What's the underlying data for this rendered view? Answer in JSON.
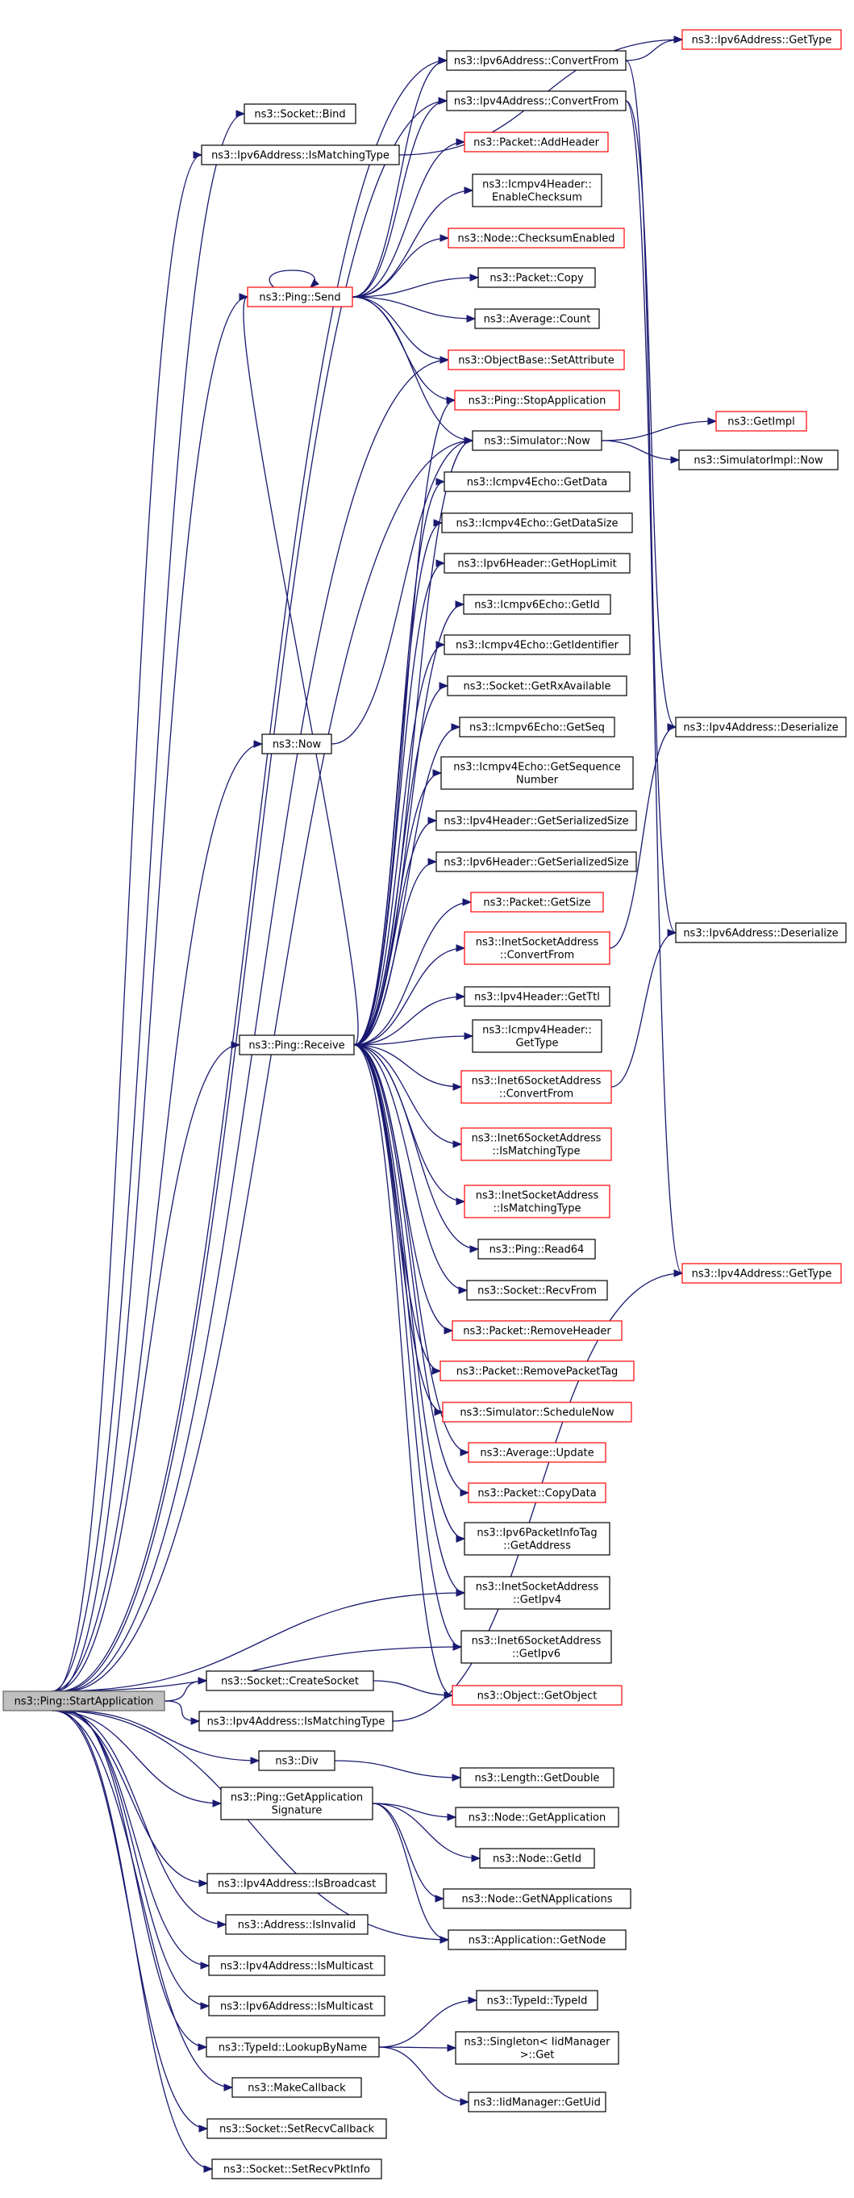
{
  "nodes": [
    {
      "id": "root",
      "lines": [
        "ns3::Ping::StartApplication"
      ],
      "root": true
    },
    {
      "id": "socket_bind",
      "lines": [
        "ns3::Socket::Bind"
      ]
    },
    {
      "id": "ipv6_ismatch",
      "lines": [
        "ns3::Ipv6Address::IsMatchingType"
      ]
    },
    {
      "id": "ping_send",
      "lines": [
        "ns3::Ping::Send"
      ],
      "red": true
    },
    {
      "id": "ipv6_convert",
      "lines": [
        "ns3::Ipv6Address::ConvertFrom"
      ]
    },
    {
      "id": "ipv4_convert",
      "lines": [
        "ns3::Ipv4Address::ConvertFrom"
      ]
    },
    {
      "id": "ipv6_gettype",
      "lines": [
        "ns3::Ipv6Address::GetType"
      ],
      "red": true
    },
    {
      "id": "packet_addheader",
      "lines": [
        "ns3::Packet::AddHeader"
      ],
      "red": true
    },
    {
      "id": "icmpv4_enablechk",
      "lines": [
        "ns3::Icmpv4Header::",
        "EnableChecksum"
      ]
    },
    {
      "id": "node_chkenabled",
      "lines": [
        "ns3::Node::ChecksumEnabled"
      ],
      "red": true
    },
    {
      "id": "packet_copy",
      "lines": [
        "ns3::Packet::Copy"
      ]
    },
    {
      "id": "average_count",
      "lines": [
        "ns3::Average::Count"
      ]
    },
    {
      "id": "objbase_setattr",
      "lines": [
        "ns3::ObjectBase::SetAttribute"
      ],
      "red": true
    },
    {
      "id": "ping_stopapp",
      "lines": [
        "ns3::Ping::StopApplication"
      ],
      "red": true
    },
    {
      "id": "sim_now",
      "lines": [
        "ns3::Simulator::Now"
      ]
    },
    {
      "id": "getimpl",
      "lines": [
        "ns3::GetImpl"
      ],
      "red": true
    },
    {
      "id": "simimpl_now",
      "lines": [
        "ns3::SimulatorImpl::Now"
      ]
    },
    {
      "id": "icmpv4echo_getdata",
      "lines": [
        "ns3::Icmpv4Echo::GetData"
      ]
    },
    {
      "id": "icmpv4echo_getdatasize",
      "lines": [
        "ns3::Icmpv4Echo::GetDataSize"
      ]
    },
    {
      "id": "ipv6hdr_gethoplimit",
      "lines": [
        "ns3::Ipv6Header::GetHopLimit"
      ]
    },
    {
      "id": "icmpv6echo_getid",
      "lines": [
        "ns3::Icmpv6Echo::GetId"
      ]
    },
    {
      "id": "icmpv4echo_getidentifier",
      "lines": [
        "ns3::Icmpv4Echo::GetIdentifier"
      ]
    },
    {
      "id": "socket_getrxavail",
      "lines": [
        "ns3::Socket::GetRxAvailable"
      ]
    },
    {
      "id": "icmpv6echo_getseq",
      "lines": [
        "ns3::Icmpv6Echo::GetSeq"
      ]
    },
    {
      "id": "icmpv4echo_getseqnum",
      "lines": [
        "ns3::Icmpv4Echo::GetSequence",
        "Number"
      ]
    },
    {
      "id": "ns3_now",
      "lines": [
        "ns3::Now"
      ]
    },
    {
      "id": "ipv4addr_deserialize",
      "lines": [
        "ns3::Ipv4Address::Deserialize"
      ]
    },
    {
      "id": "ipv4hdr_getserialsize",
      "lines": [
        "ns3::Ipv4Header::GetSerializedSize"
      ]
    },
    {
      "id": "ipv6hdr_getserialsize",
      "lines": [
        "ns3::Ipv6Header::GetSerializedSize"
      ]
    },
    {
      "id": "packet_getsize",
      "lines": [
        "ns3::Packet::GetSize"
      ],
      "red": true
    },
    {
      "id": "inetsock_convert",
      "lines": [
        "ns3::InetSocketAddress",
        "::ConvertFrom"
      ],
      "red": true
    },
    {
      "id": "ipv6addr_deserialize",
      "lines": [
        "ns3::Ipv6Address::Deserialize"
      ]
    },
    {
      "id": "ipv4hdr_getttl",
      "lines": [
        "ns3::Ipv4Header::GetTtl"
      ]
    },
    {
      "id": "ping_receive",
      "lines": [
        "ns3::Ping::Receive"
      ]
    },
    {
      "id": "icmpv4hdr_gettype",
      "lines": [
        "ns3::Icmpv4Header::",
        "GetType"
      ]
    },
    {
      "id": "inet6sock_convert",
      "lines": [
        "ns3::Inet6SocketAddress",
        "::ConvertFrom"
      ],
      "red": true
    },
    {
      "id": "inet6sock_ismatch",
      "lines": [
        "ns3::Inet6SocketAddress",
        "::IsMatchingType"
      ],
      "red": true
    },
    {
      "id": "inetsock_ismatch",
      "lines": [
        "ns3::InetSocketAddress",
        "::IsMatchingType"
      ],
      "red": true
    },
    {
      "id": "ping_read64",
      "lines": [
        "ns3::Ping::Read64"
      ]
    },
    {
      "id": "ipv4addr_gettype",
      "lines": [
        "ns3::Ipv4Address::GetType"
      ],
      "red": true
    },
    {
      "id": "socket_recvfrom",
      "lines": [
        "ns3::Socket::RecvFrom"
      ]
    },
    {
      "id": "packet_removeheader",
      "lines": [
        "ns3::Packet::RemoveHeader"
      ],
      "red": true
    },
    {
      "id": "packet_removepackettag",
      "lines": [
        "ns3::Packet::RemovePacketTag"
      ],
      "red": true
    },
    {
      "id": "sim_schedulenow",
      "lines": [
        "ns3::Simulator::ScheduleNow"
      ],
      "red": true
    },
    {
      "id": "average_update",
      "lines": [
        "ns3::Average::Update"
      ],
      "red": true
    },
    {
      "id": "packet_copydata",
      "lines": [
        "ns3::Packet::CopyData"
      ],
      "red": true
    },
    {
      "id": "ipv6pkttag_getaddr",
      "lines": [
        "ns3::Ipv6PacketInfoTag",
        "::GetAddress"
      ]
    },
    {
      "id": "inetsock_getipv4",
      "lines": [
        "ns3::InetSocketAddress",
        "::GetIpv4"
      ]
    },
    {
      "id": "inet6sock_getipv6",
      "lines": [
        "ns3::Inet6SocketAddress",
        "::GetIpv6"
      ]
    },
    {
      "id": "socket_create",
      "lines": [
        "ns3::Socket::CreateSocket"
      ]
    },
    {
      "id": "object_getobject",
      "lines": [
        "ns3::Object::GetObject"
      ],
      "red": true
    },
    {
      "id": "ipv4addr_ismatch",
      "lines": [
        "ns3::Ipv4Address::IsMatchingType"
      ]
    },
    {
      "id": "ns3_div",
      "lines": [
        "ns3::Div"
      ]
    },
    {
      "id": "length_getdouble",
      "lines": [
        "ns3::Length::GetDouble"
      ]
    },
    {
      "id": "ping_getappsig",
      "lines": [
        "ns3::Ping::GetApplication",
        "Signature"
      ]
    },
    {
      "id": "node_getapp",
      "lines": [
        "ns3::Node::GetApplication"
      ]
    },
    {
      "id": "node_getid",
      "lines": [
        "ns3::Node::GetId"
      ]
    },
    {
      "id": "node_getnapps",
      "lines": [
        "ns3::Node::GetNApplications"
      ]
    },
    {
      "id": "ipv4addr_isbroadcast",
      "lines": [
        "ns3::Ipv4Address::IsBroadcast"
      ]
    },
    {
      "id": "app_getnode",
      "lines": [
        "ns3::Application::GetNode"
      ]
    },
    {
      "id": "addr_isinvalid",
      "lines": [
        "ns3::Address::IsInvalid"
      ]
    },
    {
      "id": "ipv4addr_ismulticast",
      "lines": [
        "ns3::Ipv4Address::IsMulticast"
      ]
    },
    {
      "id": "typeid_typeid",
      "lines": [
        "ns3::TypeId::TypeId"
      ]
    },
    {
      "id": "ipv6addr_ismulticast",
      "lines": [
        "ns3::Ipv6Address::IsMulticast"
      ]
    },
    {
      "id": "typeid_lookup",
      "lines": [
        "ns3::TypeId::LookupByName"
      ]
    },
    {
      "id": "singleton_get",
      "lines": [
        "ns3::Singleton< IidManager",
        " >::Get"
      ]
    },
    {
      "id": "iidmgr_getuid",
      "lines": [
        "ns3::IidManager::GetUid"
      ]
    },
    {
      "id": "makecallback",
      "lines": [
        "ns3::MakeCallback"
      ]
    },
    {
      "id": "socket_setrecvcb",
      "lines": [
        "ns3::Socket::SetRecvCallback"
      ]
    },
    {
      "id": "socket_setrecvpktinfo",
      "lines": [
        "ns3::Socket::SetRecvPktInfo"
      ]
    }
  ],
  "edges": [
    [
      "root",
      "socket_bind"
    ],
    [
      "root",
      "ipv6_ismatch"
    ],
    [
      "root",
      "ping_send"
    ],
    [
      "root",
      "ipv6_convert"
    ],
    [
      "root",
      "ipv4_convert"
    ],
    [
      "root",
      "objbase_setattr"
    ],
    [
      "root",
      "sim_now"
    ],
    [
      "root",
      "ns3_now"
    ],
    [
      "root",
      "ping_receive"
    ],
    [
      "root",
      "inetsock_getipv4"
    ],
    [
      "root",
      "inet6sock_getipv6"
    ],
    [
      "root",
      "socket_create"
    ],
    [
      "root",
      "ipv4addr_ismatch"
    ],
    [
      "root",
      "ns3_div"
    ],
    [
      "root",
      "ping_getappsig"
    ],
    [
      "root",
      "ipv4addr_isbroadcast"
    ],
    [
      "root",
      "app_getnode"
    ],
    [
      "root",
      "addr_isinvalid"
    ],
    [
      "root",
      "ipv4addr_ismulticast"
    ],
    [
      "root",
      "ipv6addr_ismulticast"
    ],
    [
      "root",
      "typeid_lookup"
    ],
    [
      "root",
      "makecallback"
    ],
    [
      "root",
      "socket_setrecvcb"
    ],
    [
      "root",
      "socket_setrecvpktinfo"
    ],
    [
      "ping_send",
      "ping_send"
    ],
    [
      "ping_send",
      "ipv6_convert"
    ],
    [
      "ping_send",
      "ipv4_convert"
    ],
    [
      "ping_send",
      "packet_addheader"
    ],
    [
      "ping_send",
      "icmpv4_enablechk"
    ],
    [
      "ping_send",
      "node_chkenabled"
    ],
    [
      "ping_send",
      "packet_copy"
    ],
    [
      "ping_send",
      "average_count"
    ],
    [
      "ping_send",
      "objbase_setattr"
    ],
    [
      "ping_send",
      "ping_stopapp"
    ],
    [
      "ping_send",
      "sim_now"
    ],
    [
      "ipv6_convert",
      "ipv6_gettype"
    ],
    [
      "ipv4_convert",
      "ipv4addr_gettype"
    ],
    [
      "ipv6_ismatch",
      "ipv6_gettype"
    ],
    [
      "sim_now",
      "getimpl"
    ],
    [
      "sim_now",
      "simimpl_now"
    ],
    [
      "ns3_now",
      "sim_now"
    ],
    [
      "ping_receive",
      "ping_send"
    ],
    [
      "ping_receive",
      "ping_stopapp"
    ],
    [
      "ping_receive",
      "sim_now"
    ],
    [
      "ping_receive",
      "icmpv4echo_getdata"
    ],
    [
      "ping_receive",
      "icmpv4echo_getdatasize"
    ],
    [
      "ping_receive",
      "ipv6hdr_gethoplimit"
    ],
    [
      "ping_receive",
      "icmpv6echo_getid"
    ],
    [
      "ping_receive",
      "icmpv4echo_getidentifier"
    ],
    [
      "ping_receive",
      "socket_getrxavail"
    ],
    [
      "ping_receive",
      "icmpv6echo_getseq"
    ],
    [
      "ping_receive",
      "icmpv4echo_getseqnum"
    ],
    [
      "ping_receive",
      "ipv4hdr_getserialsize"
    ],
    [
      "ping_receive",
      "ipv6hdr_getserialsize"
    ],
    [
      "ping_receive",
      "packet_getsize"
    ],
    [
      "ping_receive",
      "inetsock_convert"
    ],
    [
      "ping_receive",
      "ipv4hdr_getttl"
    ],
    [
      "ping_receive",
      "icmpv4hdr_gettype"
    ],
    [
      "ping_receive",
      "inet6sock_convert"
    ],
    [
      "ping_receive",
      "inet6sock_ismatch"
    ],
    [
      "ping_receive",
      "inetsock_ismatch"
    ],
    [
      "ping_receive",
      "ping_read64"
    ],
    [
      "ping_receive",
      "socket_recvfrom"
    ],
    [
      "ping_receive",
      "packet_removeheader"
    ],
    [
      "ping_receive",
      "packet_removepackettag"
    ],
    [
      "ping_receive",
      "sim_schedulenow"
    ],
    [
      "ping_receive",
      "average_update"
    ],
    [
      "ping_receive",
      "packet_copydata"
    ],
    [
      "ping_receive",
      "ipv6pkttag_getaddr"
    ],
    [
      "ping_receive",
      "inetsock_getipv4"
    ],
    [
      "ping_receive",
      "inet6sock_getipv6"
    ],
    [
      "ping_receive",
      "object_getobject"
    ],
    [
      "inetsock_convert",
      "ipv4addr_deserialize"
    ],
    [
      "inet6sock_convert",
      "ipv6addr_deserialize"
    ],
    [
      "ipv4_convert",
      "ipv4addr_deserialize"
    ],
    [
      "ipv6_convert",
      "ipv6addr_deserialize"
    ],
    [
      "socket_create",
      "object_getobject"
    ],
    [
      "ipv4addr_ismatch",
      "ipv4addr_gettype"
    ],
    [
      "ns3_div",
      "length_getdouble"
    ],
    [
      "ping_getappsig",
      "node_getapp"
    ],
    [
      "ping_getappsig",
      "node_getid"
    ],
    [
      "ping_getappsig",
      "node_getnapps"
    ],
    [
      "ping_getappsig",
      "app_getnode"
    ],
    [
      "typeid_lookup",
      "typeid_typeid"
    ],
    [
      "typeid_lookup",
      "singleton_get"
    ],
    [
      "typeid_lookup",
      "iidmgr_getuid"
    ]
  ]
}
